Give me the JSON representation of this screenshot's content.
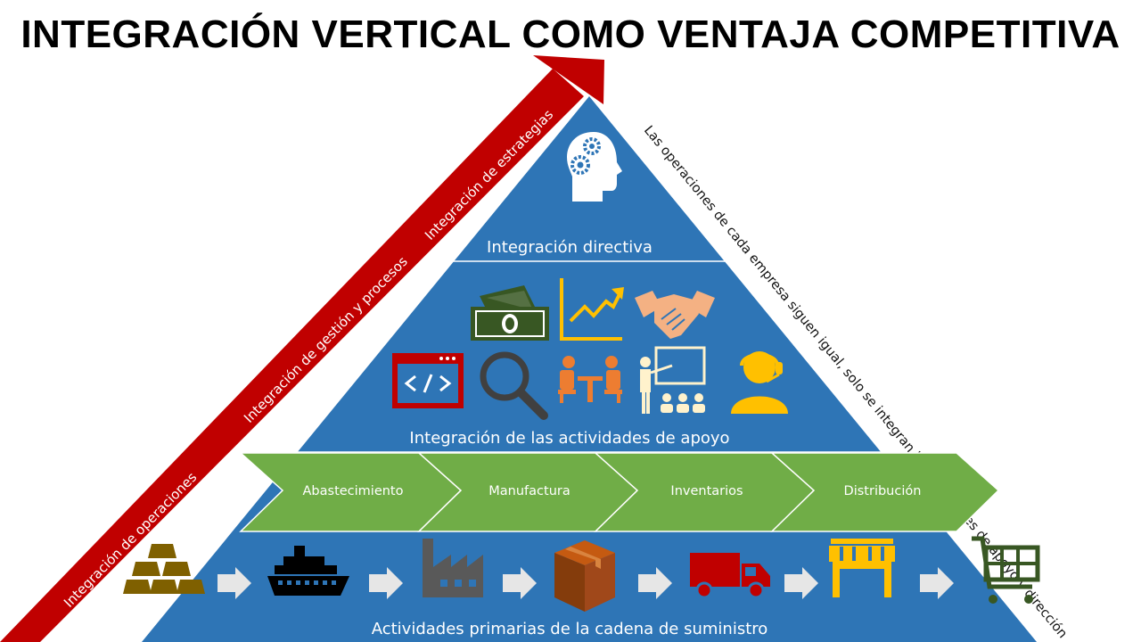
{
  "title": "INTEGRACIÓN VERTICAL COMO VENTAJA COMPETITIVA",
  "colors": {
    "pyramid": "#2E75B6",
    "arrow": "#C00000",
    "chevron": "#70AD47",
    "icon_blue_dark": "#1F4E79",
    "icon_green": "#385723",
    "icon_gold": "#FFC000",
    "icon_orange": "#ED7D31",
    "icon_red": "#C00000",
    "icon_grey": "#404040",
    "icon_brown": "#843C0C",
    "icon_olive": "#7F6000"
  },
  "pyramid": {
    "top_label": "Integración directiva",
    "middle_label": "Integración de las actividades de apoyo",
    "bottom_label": "Actividades primarias de la cadena de suministro"
  },
  "arrow_labels": {
    "strategies": "Integración de estrategias",
    "management": "Integración de gestión y procesos",
    "operations": "Integración de operaciones"
  },
  "side_note": "Las operaciones de cada empresa siguen igual, solo se integran las actividades de apoyo y dirección",
  "chevrons": [
    "Abastecimiento",
    "Manufactura",
    "Inventarios",
    "Distribución"
  ],
  "support_icons": [
    "money-icon",
    "growth-chart-icon",
    "handshake-icon",
    "code-window-icon",
    "search-icon",
    "meeting-icon",
    "training-icon",
    "support-agent-icon"
  ],
  "supply_chain_icons": [
    "gold-bars-icon",
    "cargo-ship-icon",
    "factory-icon",
    "package-box-icon",
    "delivery-truck-icon",
    "store-icon",
    "shopping-cart-icon"
  ]
}
